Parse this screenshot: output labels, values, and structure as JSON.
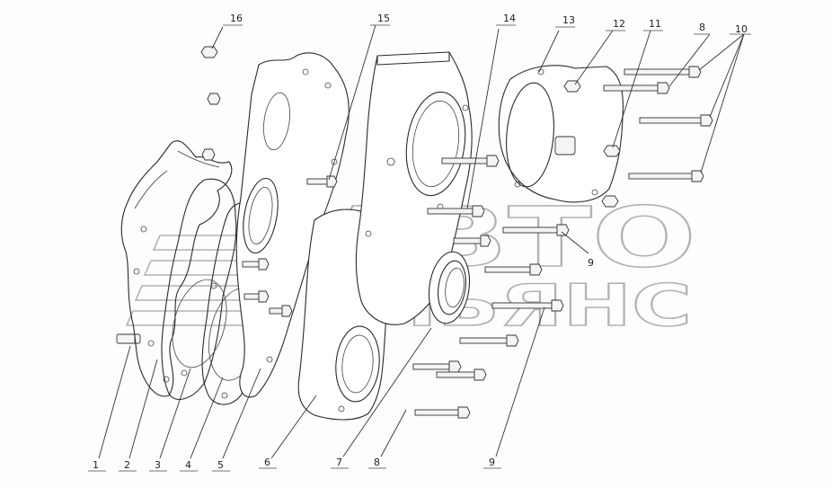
{
  "watermark": {
    "line1": "АВТО",
    "line2": "АЛЬЯНС"
  },
  "callouts": [
    "1",
    "2",
    "3",
    "4",
    "5",
    "6",
    "7",
    "8",
    "9",
    "10",
    "11",
    "12",
    "13",
    "14",
    "15",
    "16"
  ],
  "callouts_extra": {
    "nine_mid": "9",
    "eight_top": "8",
    "eight_bottom": "8"
  }
}
